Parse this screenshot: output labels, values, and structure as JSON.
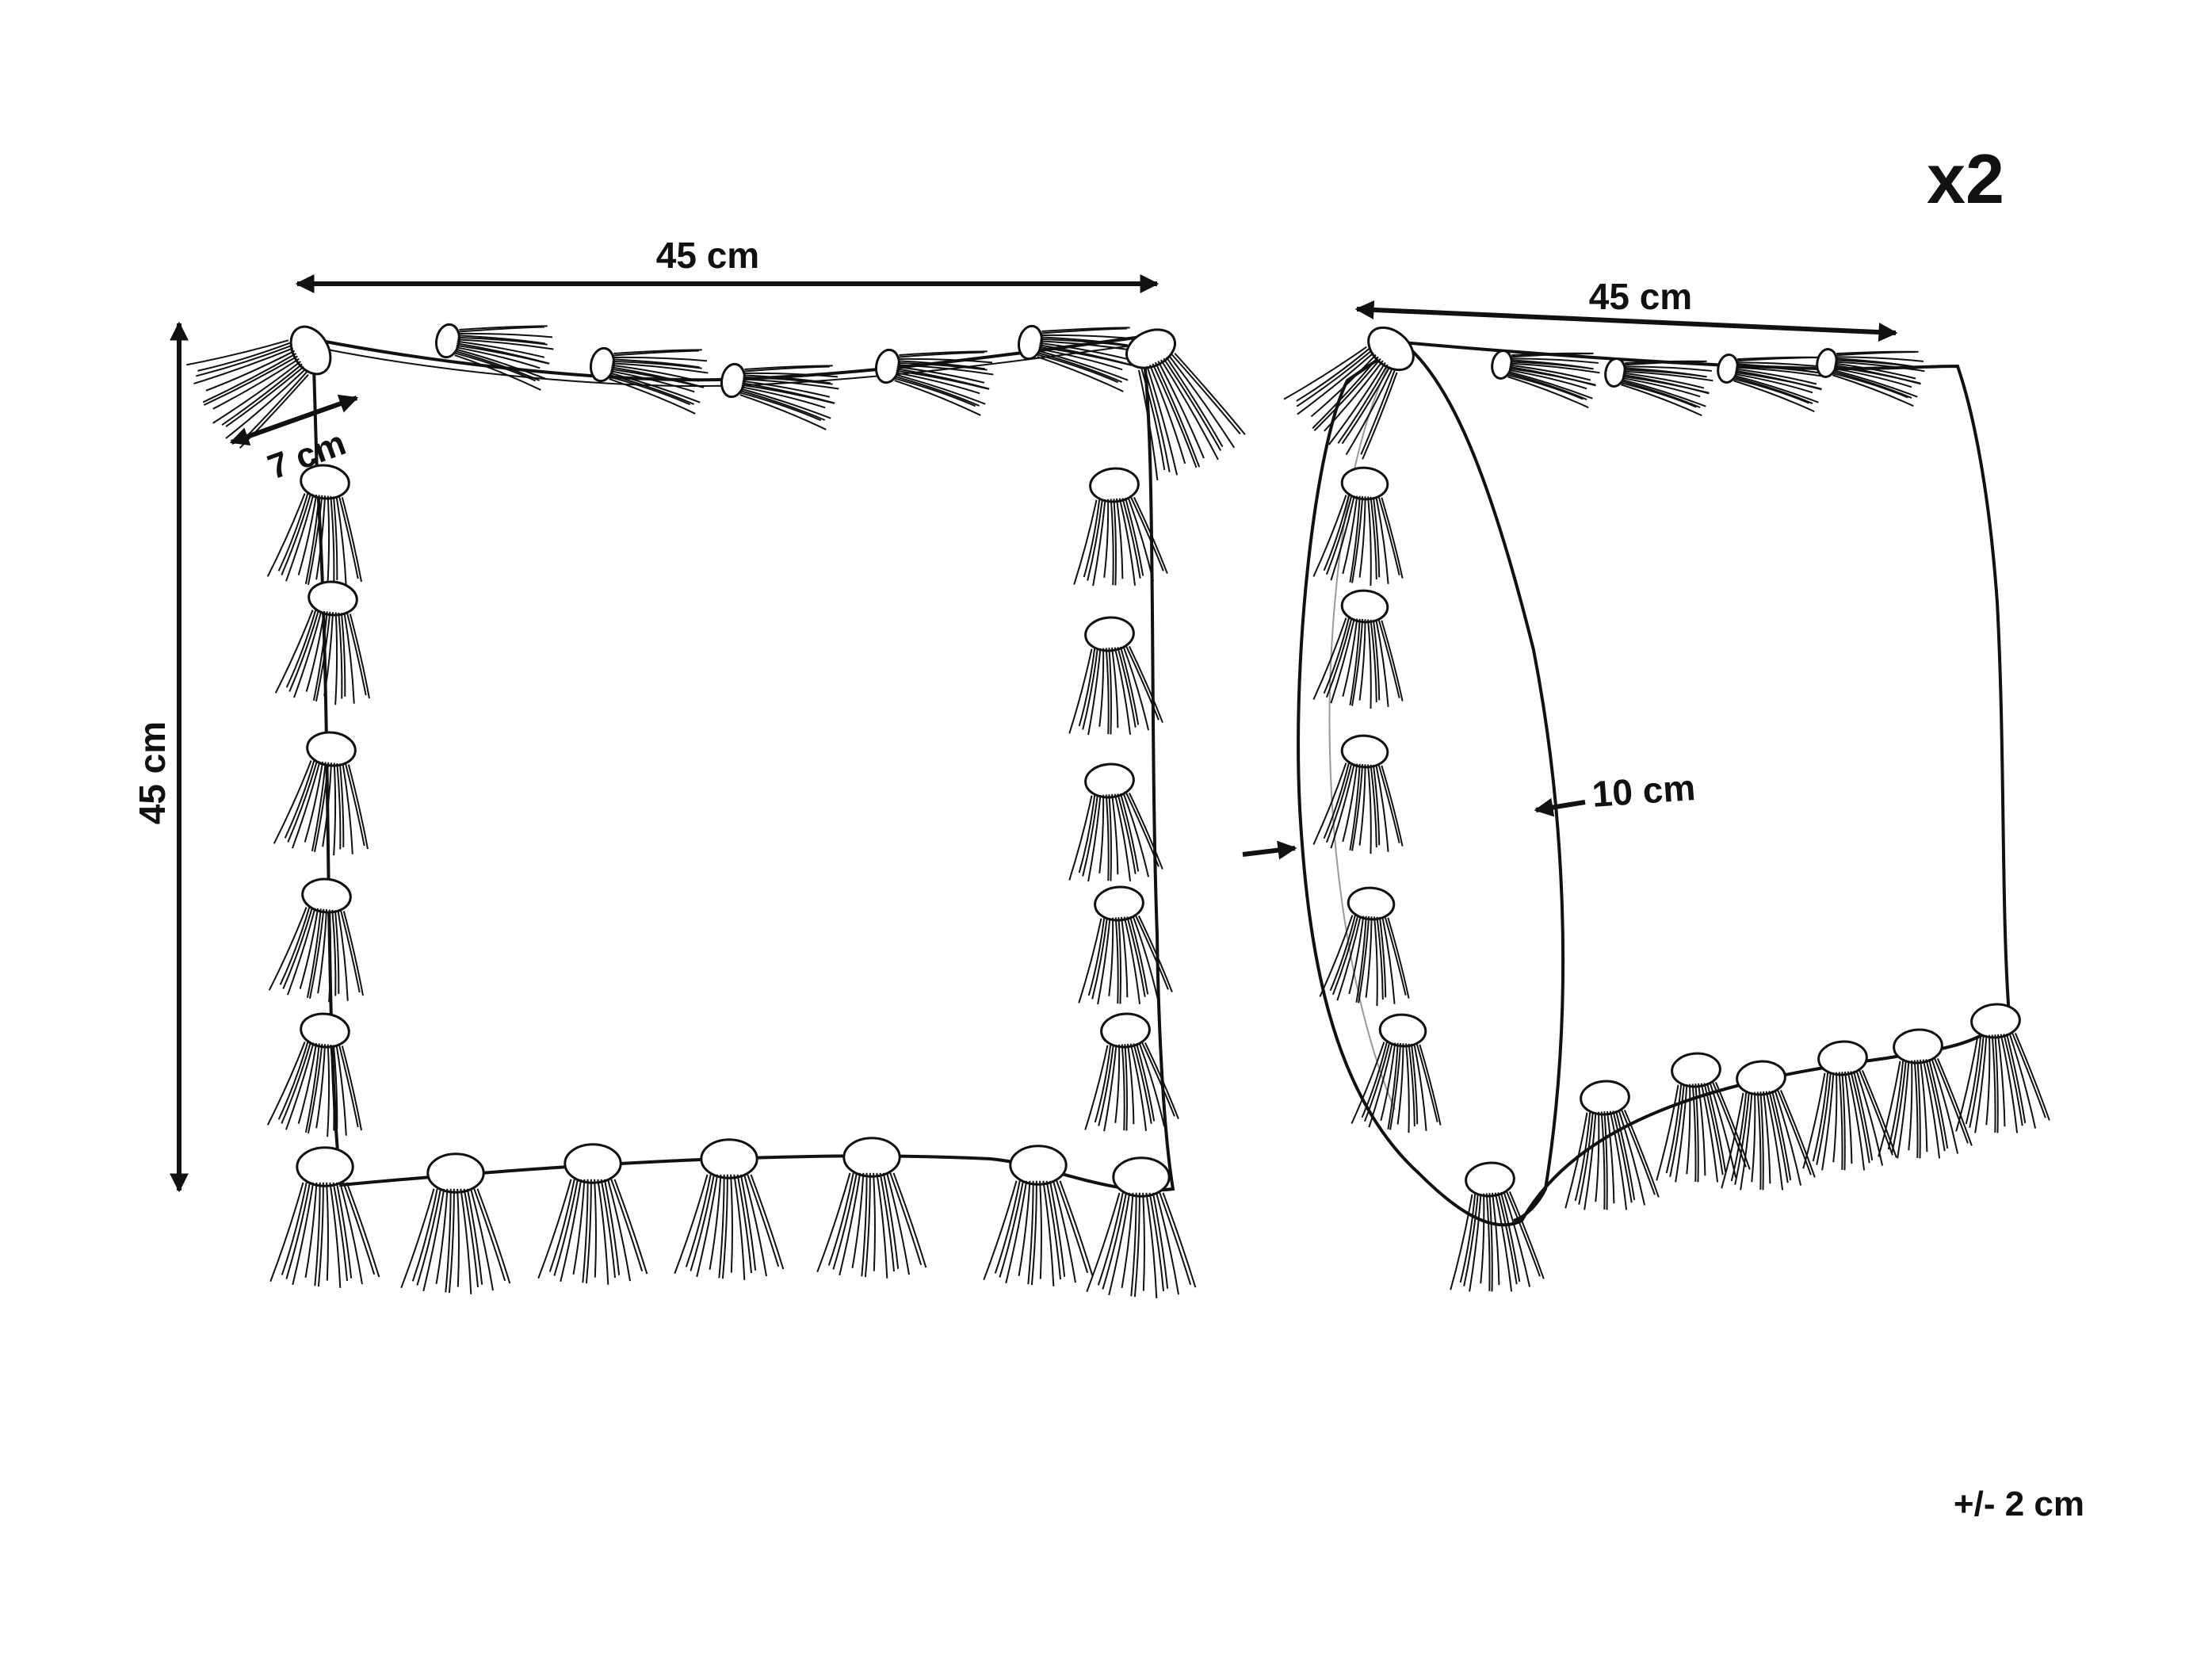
{
  "quantity_label": "x2",
  "tolerance_label": "+/- 2 cm",
  "front_view": {
    "width_label": "45 cm",
    "height_label": "45 cm",
    "tassel_length_label": "7 cm"
  },
  "side_view": {
    "width_label": "45 cm",
    "depth_label": "10 cm"
  },
  "colors": {
    "line": "#111111",
    "tassel": "#3a3a3a",
    "background": "#ffffff"
  }
}
